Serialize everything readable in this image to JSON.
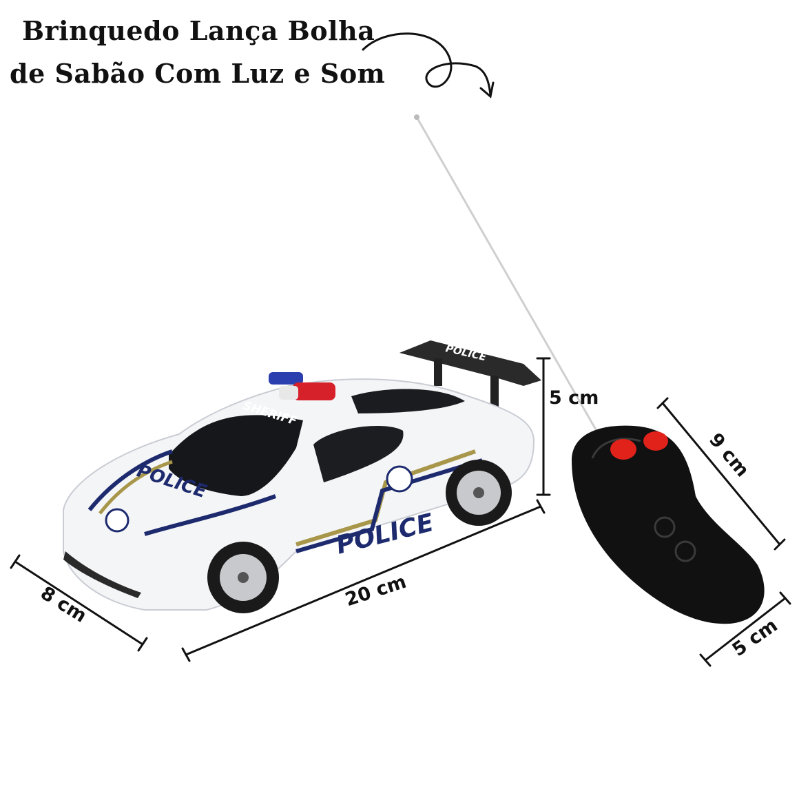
{
  "title": {
    "line1": "Brinquedo Lança Bolha",
    "line2": "de Sabão Com Luz e Som"
  },
  "dimensions": {
    "car_height": "5 cm",
    "car_length": "20 cm",
    "car_width": "8 cm",
    "remote_length": "9 cm",
    "remote_width": "5 cm"
  },
  "car_decals": {
    "hood": "POLICE",
    "side": "POLICE",
    "windshield": "SHERIFF",
    "spoiler": "POLICE"
  },
  "colors": {
    "car_body": "#f4f5f7",
    "stripe_navy": "#1d2a6e",
    "stripe_gold": "#a8974a",
    "remote_body": "#111111",
    "remote_buttons": "#e0221b",
    "siren_red": "#d6202a",
    "siren_blue": "#2b3fae"
  }
}
